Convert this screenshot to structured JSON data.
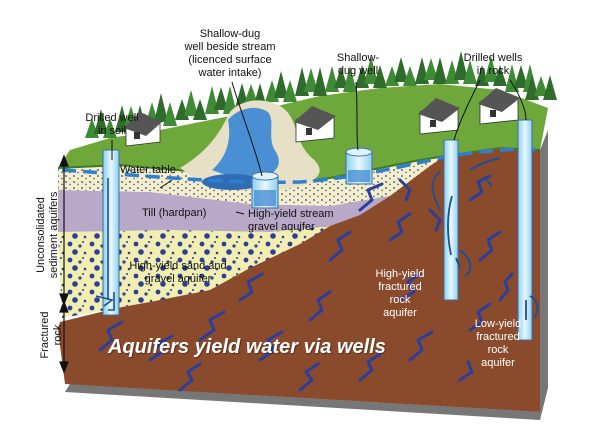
{
  "labels": {
    "drilled_well_soil": "Drilled well\nin soil",
    "shallow_dug_stream": "Shallow-dug\nwell beside stream\n(licenced surface\nwater intake)",
    "shallow_dug_well": "Shallow-\ndug well",
    "drilled_wells_rock": "Drilled wells\nin rock",
    "water_table": "Water table",
    "till": "Till (hardpan)",
    "high_yield_stream": "High-yield stream\ngravel aquifer",
    "high_yield_sand": "High-yield sand and\ngravel aquifer",
    "high_yield_fractured": "High-yield\nfractured\nrock\naquifer",
    "low_yield_fractured": "Low-yield\nfractured\nrock\naquifer",
    "unconsolidated": "Unconsolidated\nsediment aquifers",
    "fractured_rock": "Fractured\nrock",
    "title": "Aquifers yield water via wells"
  },
  "colors": {
    "bedrock": "#8a4a2c",
    "till": "#b9a9c8",
    "sand_gravel": "#f1eeb0",
    "soil_band": "#f4efc9",
    "grass": "#6fa83a",
    "water": "#3a86c8",
    "fracture": "#2a3e9c",
    "water_table_line": "#2f7fd0",
    "well_casing": "#bfe3f5"
  }
}
